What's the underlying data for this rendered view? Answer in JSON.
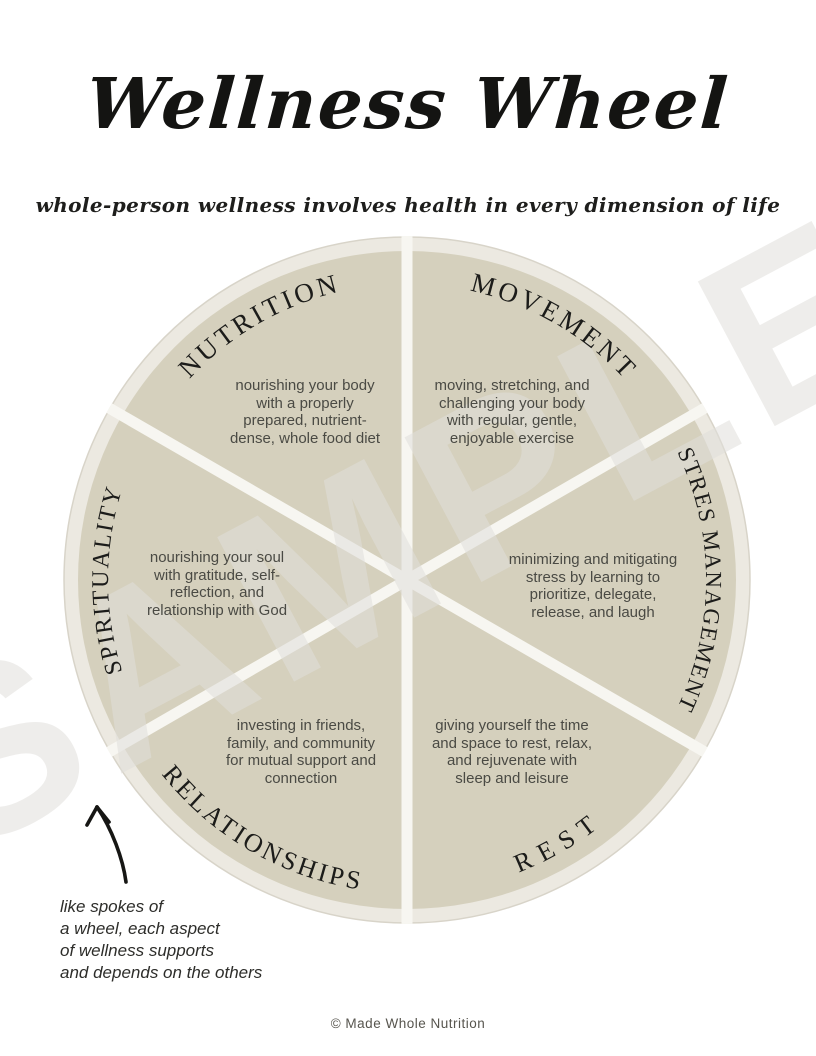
{
  "title": "Wellness Wheel",
  "subtitle": "whole-person wellness involves health in every dimension of life",
  "watermark": "SAMPLE",
  "wheel": {
    "segments": [
      {
        "id": "nutrition",
        "label": "NUTRITION",
        "description": "nourishing your body\nwith a properly\nprepared, nutrient-\ndense, whole food diet"
      },
      {
        "id": "movement",
        "label": "MOVEMENT",
        "description": "moving, stretching, and\nchallenging your body\nwith regular, gentle,\nenjoyable exercise"
      },
      {
        "id": "stress-management",
        "label": "STRES MANAGEMENT",
        "description": "minimizing and mitigating\nstress by learning to\nprioritize, delegate,\nrelease, and laugh"
      },
      {
        "id": "rest",
        "label": "REST",
        "description": "giving yourself the time\nand space to rest, relax,\nand rejuvenate with\nsleep and leisure"
      },
      {
        "id": "relationships",
        "label": "RELATIONSHIPS",
        "description": "investing in friends,\nfamily, and community\nfor mutual support and\nconnection"
      },
      {
        "id": "spirituality",
        "label": "SPIRITUALITY",
        "description": "nourishing your soul\nwith gratitude, self-\nreflection, and\nrelationship with God"
      }
    ]
  },
  "annotation": {
    "text": "like spokes of\na wheel, each aspect\nof wellness supports\nand depends on the others"
  },
  "footer": "© Made Whole Nutrition",
  "colors": {
    "background": "#ffffff",
    "wedge": "#d5d0bd",
    "ring": "#ece9e1",
    "ring_edge": "#d8d4c9",
    "spoke": "#f7f6f1",
    "label_ink": "#1c1c1a",
    "body_text": "#4a4a44",
    "watermark": "#e0dfda"
  }
}
